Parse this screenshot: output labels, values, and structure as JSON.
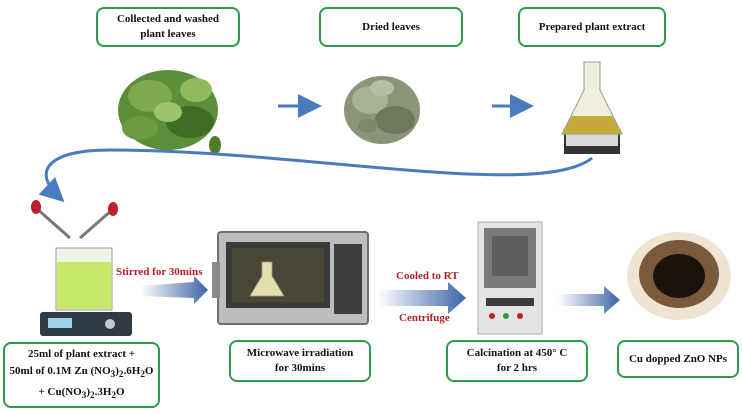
{
  "steps": {
    "collected": [
      "Collected and washed",
      "plant leaves"
    ],
    "dried": "Dried leaves",
    "extract": "Prepared plant extract",
    "mix": [
      "25ml of plant extract +",
      "50ml of 0.1M Zn (NO",
      ")",
      ".6H",
      "O",
      "+ Cu(NO",
      ")",
      ".3H",
      "O"
    ],
    "microwave": [
      "Microwave irradiation",
      "for 30mins"
    ],
    "calcination": [
      "Calcination at 450° C",
      "for 2 hrs"
    ],
    "product": "Cu dopped ZnO NPs"
  },
  "arrow_labels": {
    "stirred": "Stirred for 30mins",
    "cooled": "Cooled to RT",
    "centrifuge": "Centrifuge"
  },
  "colors": {
    "box_border": "#2e9b4a",
    "label_red": "#b3202a",
    "arrow_blue": "#4a7bbf"
  },
  "icons": [
    "leaves-icon",
    "dried-leaves-icon",
    "flask-icon",
    "beaker-stirrer-icon",
    "microwave-icon",
    "furnace-icon",
    "crucible-icon"
  ]
}
